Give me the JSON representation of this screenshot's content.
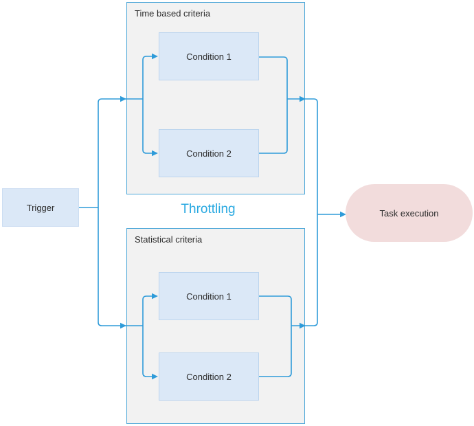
{
  "diagram": {
    "trigger": {
      "label": "Trigger"
    },
    "groups": [
      {
        "title": "Time based criteria",
        "conditions": [
          {
            "label": "Condition 1"
          },
          {
            "label": "Condition 2"
          }
        ]
      },
      {
        "title": "Statistical criteria",
        "conditions": [
          {
            "label": "Condition 1"
          },
          {
            "label": "Condition 2"
          }
        ]
      }
    ],
    "throttling_label": "Throttling",
    "task": {
      "label": "Task execution"
    },
    "colors": {
      "connector_line": "#2E9BD9",
      "group_border": "#4FA8D9",
      "group_fill": "#F2F2F2",
      "condition_fill": "#DBE8F7",
      "condition_border": "#BDD5EE",
      "task_fill": "#F2DCDC",
      "throttling_text": "#29A9E1",
      "label_text": "#2B2B2B"
    }
  }
}
